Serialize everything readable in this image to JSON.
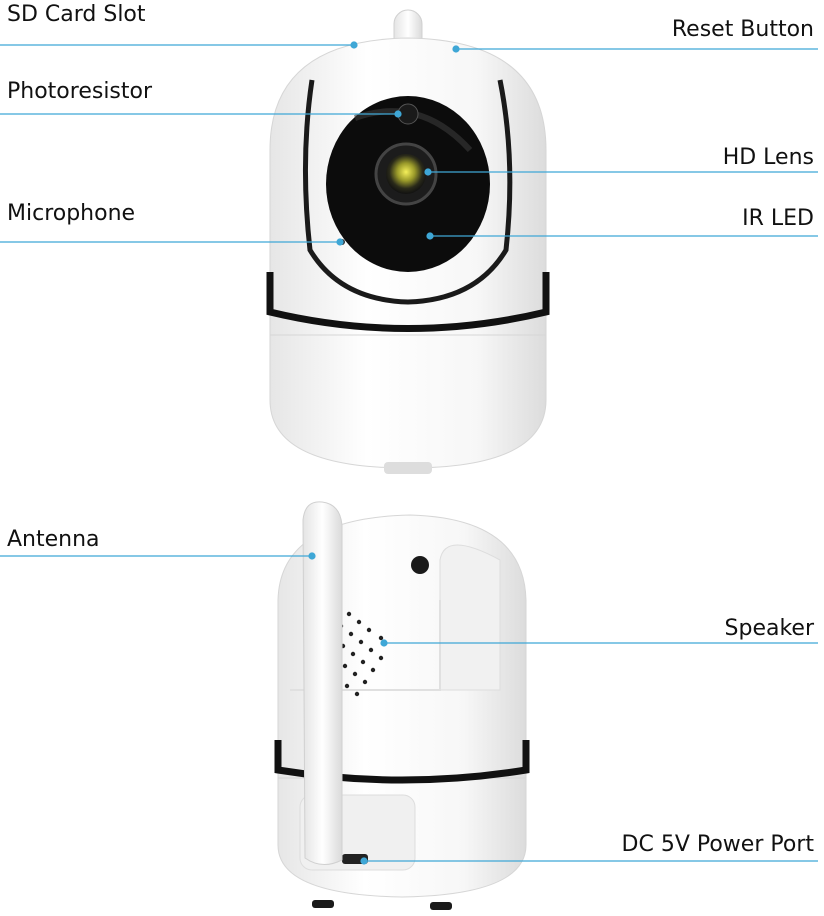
{
  "accent_color": "#3fa7d6",
  "diagram": {
    "labels": {
      "sd_card_slot": "SD Card Slot",
      "reset_button": "Reset Button",
      "photoresistor": "Photoresistor",
      "hd_lens": "HD Lens",
      "microphone": "Microphone",
      "ir_led": "IR LED",
      "antenna": "Antenna",
      "speaker": "Speaker",
      "dc_power_port": "DC 5V Power Port"
    }
  }
}
